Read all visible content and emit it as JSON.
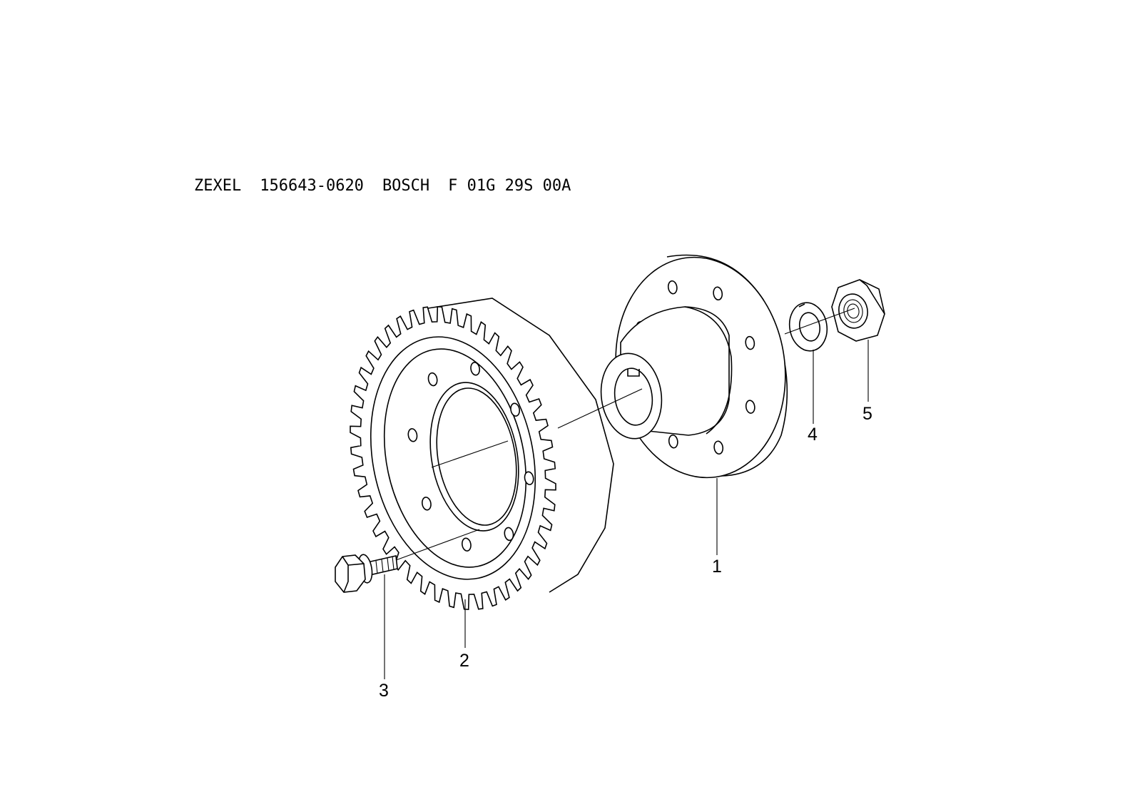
{
  "header": {
    "brand_a": "ZEXEL",
    "part_a": "156643-0620",
    "brand_b": "BOSCH",
    "part_b": "F 01G 29S 00A"
  },
  "callouts": {
    "c1": "1",
    "c2": "2",
    "c3": "3",
    "c4": "4",
    "c5": "5"
  },
  "icons": {
    "hub": "flanged-hub-icon",
    "gear": "spur-gear-icon",
    "bolt": "hex-bolt-icon",
    "washer": "lock-washer-icon",
    "nut": "hex-nut-icon"
  }
}
